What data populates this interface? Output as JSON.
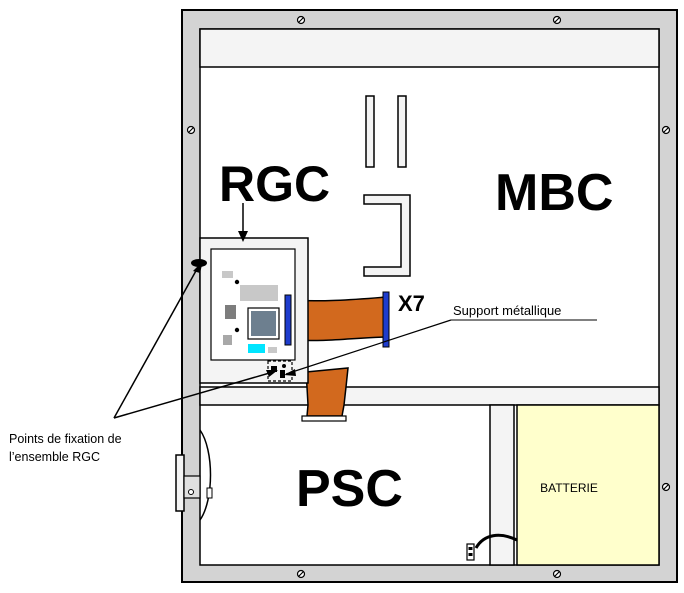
{
  "labels": {
    "rgc": "RGC",
    "mbc": "MBC",
    "psc": "PSC",
    "x7": "X7",
    "batterie": "BATTERIE",
    "support": "Support métallique",
    "fixation_line1": "Points de fixation de",
    "fixation_line2": "l’ensemble RGC"
  },
  "colors": {
    "frame": "#d3d3d3",
    "panel": "#f4f4f4",
    "battery": "#ffffcc",
    "cable": "#d2691e",
    "connector": "#1e3ccd",
    "cyan": "#00e5ff",
    "chip": "#6d7f8f"
  }
}
